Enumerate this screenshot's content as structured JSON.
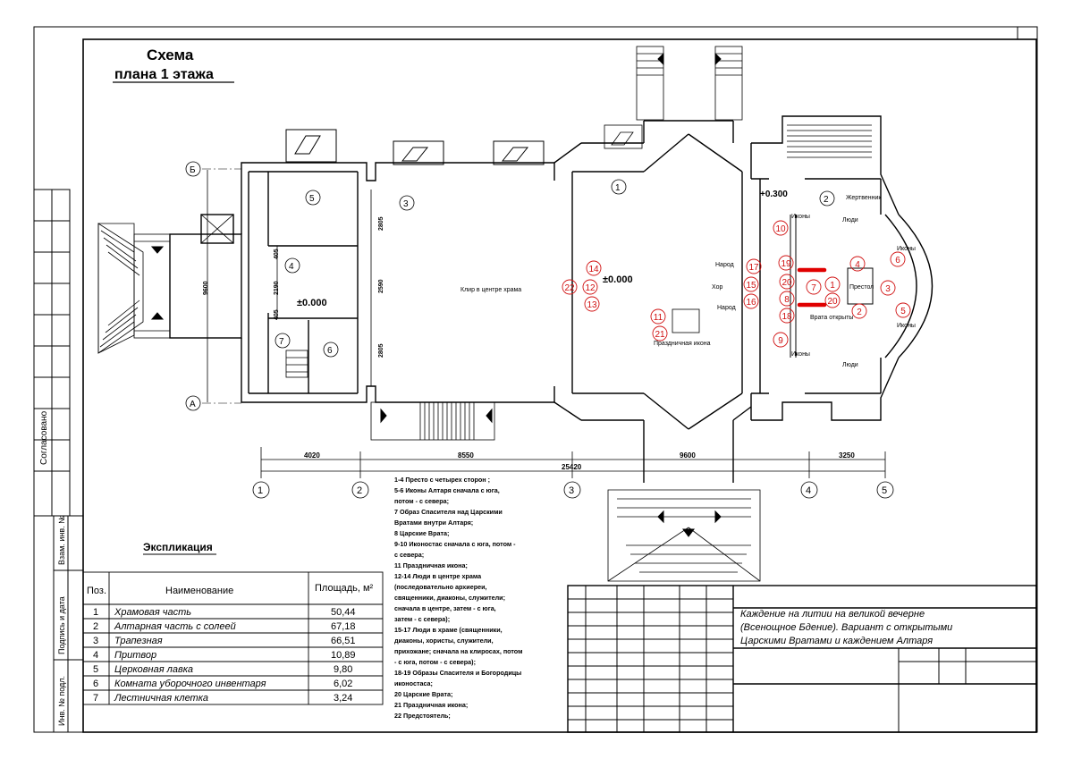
{
  "title": {
    "line1": "Схема",
    "line2": "плана 1 этажа"
  },
  "side_label": "Согласовано",
  "stamp_labels": [
    "Взам. инв. №",
    "Подпись и дата",
    "Инв. № подл."
  ],
  "axes": {
    "rows": [
      "Б",
      "А"
    ],
    "cols": [
      "1",
      "2",
      "3",
      "4",
      "5"
    ]
  },
  "dimensions": {
    "left": "9600",
    "v": [
      "2805",
      "2590",
      "2805"
    ],
    "v2": [
      "405",
      "2190",
      "405"
    ],
    "h": [
      "4020",
      "8550",
      "9600",
      "3250"
    ],
    "total": "25420"
  },
  "levels": {
    "narthex": "±0.000",
    "nave": "±0.000",
    "altar": "+0.300"
  },
  "rooms": [
    "5",
    "4",
    "7",
    "6",
    "3",
    "1",
    "2"
  ],
  "plan_labels": {
    "center": "Клир в центре храма",
    "festal": "Праздничная икона",
    "narod1": "Народ",
    "hor": "Хор",
    "narod2": "Народ",
    "icons1": "Иконы",
    "icons2": "Иконы",
    "icons3": "Иконы",
    "icons4": "Иконы",
    "zhertv": "Жертвенник",
    "people1": "Люди",
    "people2": "Люди",
    "prestol": "Престол",
    "gates": "Врата открыты"
  },
  "markers": [
    "14",
    "22",
    "12",
    "13",
    "11",
    "21",
    "10",
    "17",
    "15",
    "16",
    "19",
    "20",
    "8",
    "18",
    "9",
    "7",
    "1",
    "20",
    "4",
    "3",
    "2",
    "6",
    "5"
  ],
  "legend": [
    "1-4 Престо с четырех сторон ;",
    "5-6 Иконы Алтаря сначала с юга,",
    "потом - с севера;",
    "7 Образ Спасителя над Царскими",
    "Вратами внутри Алтаря;",
    "8 Царские Врата;",
    "9-10 Иконостас сначала с юга, потом -",
    "с севера;",
    "11 Праздничная икона;",
    "12-14 Люди в центре храма",
    "(последовательно архиереи,",
    "священники, диаконы, служители;",
    "сначала в центре, затем - с юга,",
    "затем - с севера);",
    "15-17 Люди в храме (священники,",
    "диаконы, хористы, служители,",
    "прихожане; сначала на клиросах, потом",
    "- с юга, потом - с севера);",
    "18-19 Образы Спасителя и Богородицы",
    "иконостаса;",
    "20 Царские Врата;",
    "21 Праздничная икона;",
    "22 Предстоятель;"
  ],
  "explication": {
    "title": "Экспликация",
    "headers": [
      "Поз.",
      "Наименование",
      "Площадь, м²"
    ],
    "rows": [
      [
        "1",
        "Храмовая часть",
        "50,44"
      ],
      [
        "2",
        "Алтарная часть с солеей",
        "67,18"
      ],
      [
        "3",
        "Трапезная",
        "66,51"
      ],
      [
        "4",
        "Притвор",
        "10,89"
      ],
      [
        "5",
        "Церковная лавка",
        "9,80"
      ],
      [
        "6",
        "Комната уборочного инвентаря",
        "6,02"
      ],
      [
        "7",
        "Лестничная клетка",
        "3,24"
      ]
    ]
  },
  "titleblock": {
    "line1": "Каждение на литии на великой вечерне",
    "line2": "(Всенощное Бдение). Вариант с открытыми",
    "line3": "Царскими Вратами и каждением Алтаря"
  },
  "colors": {
    "marker": "#d01010",
    "gate": "#e00000",
    "line": "#000000"
  }
}
